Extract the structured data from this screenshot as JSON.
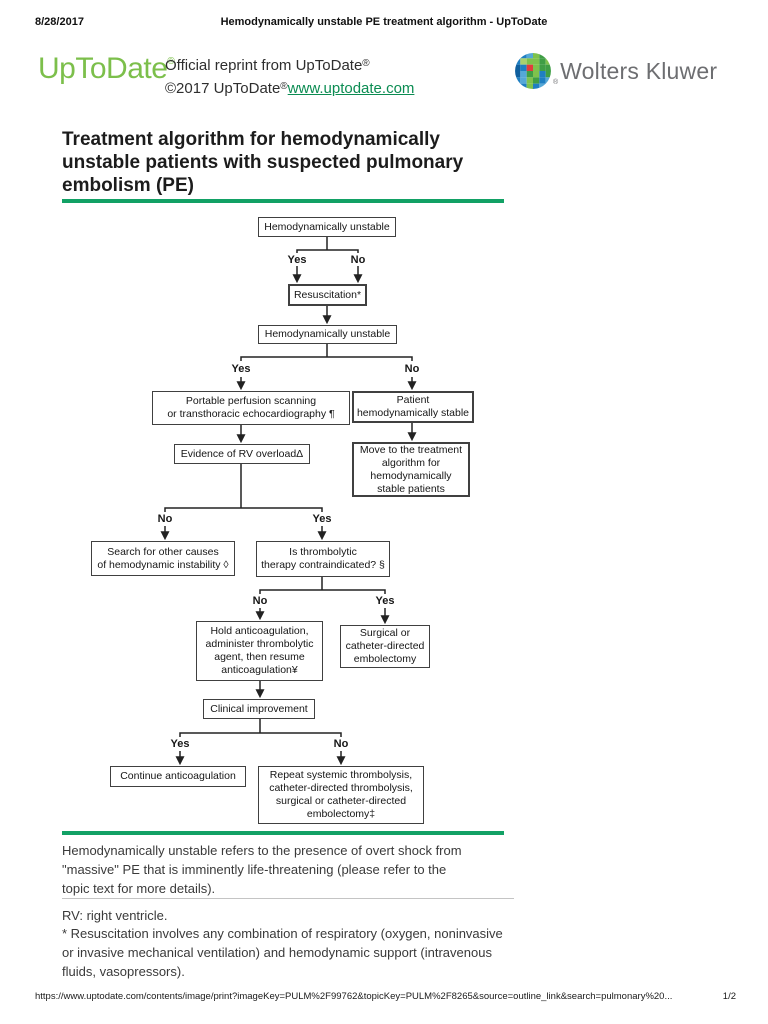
{
  "header": {
    "date": "8/28/2017",
    "title": "Hemodynamically unstable PE treatment algorithm - UpToDate"
  },
  "brand": {
    "uptodate_logo": "UpToDate",
    "registered": "®",
    "reprint_line1": "Official reprint from UpToDate",
    "reprint_line2": "©2017 UpToDate",
    "link": "www.uptodate.com",
    "wolters_kluwer": "Wolters Kluwer"
  },
  "article": {
    "title": "Treatment algorithm for hemodynamically\nunstable patients with suspected pulmonary\nembolism (PE)"
  },
  "flowchart": {
    "nodes": {
      "unstable1": {
        "label": "Hemodynamically unstable"
      },
      "resuscitation": {
        "label": "Resuscitation*"
      },
      "unstable2": {
        "label": "Hemodynamically unstable"
      },
      "perfusion": {
        "label": "Portable perfusion scanning\nor transthoracic echocardiography ¶"
      },
      "stable": {
        "label": "Patient\nhemodynamically stable"
      },
      "rv_overload": {
        "label": "Evidence of RV overloadΔ"
      },
      "move_stable": {
        "label": "Move to the treatment\nalgorithm for\nhemodynamically\nstable patients"
      },
      "search_causes": {
        "label": "Search for other causes\nof hemodynamic instability ◊"
      },
      "thrombolytic": {
        "label": "Is thrombolytic\ntherapy contraindicated? §"
      },
      "hold_anticoag": {
        "label": "Hold anticoagulation,\nadminister thrombolytic\nagent, then resume\nanticoagulation¥"
      },
      "surgical": {
        "label": "Surgical or\ncatheter-directed\nembolectomy"
      },
      "clinical": {
        "label": "Clinical improvement"
      },
      "continue_anticoag": {
        "label": "Continue anticoagulation"
      },
      "repeat": {
        "label": "Repeat systemic thrombolysis,\ncatheter-directed thrombolysis,\nsurgical or catheter-directed\nembolectomy‡"
      }
    },
    "branch_labels": {
      "s1_left": "Yes",
      "s1_right": "No",
      "s2_left": "Yes",
      "s2_right": "No",
      "s3_left": "No",
      "s3_right": "Yes",
      "s4_left": "No",
      "s4_right": "Yes",
      "s5_left": "Yes",
      "s5_right": "No"
    }
  },
  "notes": {
    "main": "Hemodynamically unstable refers to the presence of overt shock from\n\"massive\" PE that is imminently life-threatening (please refer to the\ntopic text for more details).",
    "abbreviation": "RV: right ventricle.",
    "resuscitation": "* Resuscitation involves any combination of respiratory (oxygen, noninvasive\nor invasive mechanical ventilation) and hemodynamic support (intravenous\nfluids, vasopressors)."
  },
  "footer": {
    "url": "https://www.uptodate.com/contents/image/print?imageKey=PULM%2F99762&topicKey=PULM%2F8265&source=outline_link&search=pulmonary%20...",
    "page": "1/2"
  },
  "colors": {
    "accent_green": "#12A165",
    "logo_green": "#7CBF4B",
    "link_green": "#0B8C52",
    "wk_gray": "#6D6E71"
  }
}
